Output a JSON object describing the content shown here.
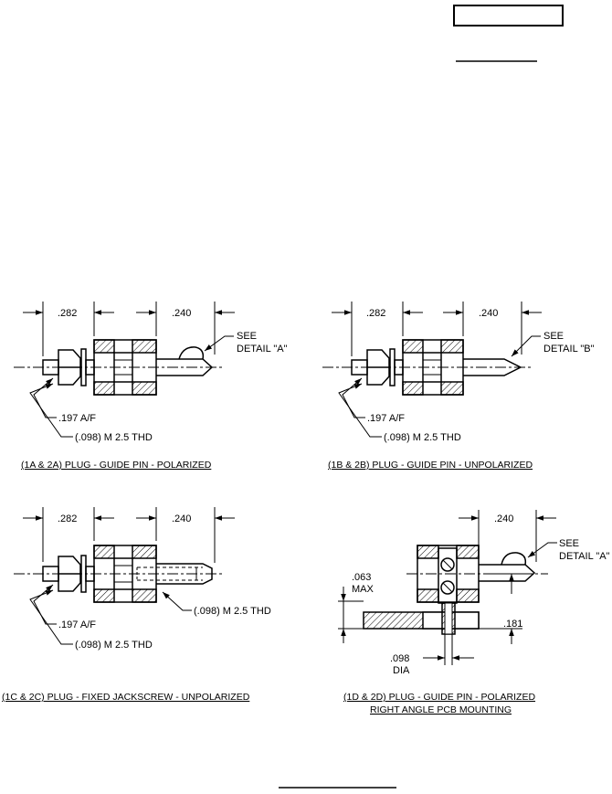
{
  "header": {
    "box_text": "",
    "underline_text": ""
  },
  "footer": {
    "underline_text": ""
  },
  "views": [
    {
      "id": "1a",
      "dims": {
        "left": ".282",
        "right": ".240",
        "af": ".197 A/F",
        "thd": "(.098) M 2.5 THD"
      },
      "see_detail": [
        "SEE",
        "DETAIL \"A\""
      ],
      "caption": "(1A & 2A) PLUG - GUIDE PIN - POLARIZED"
    },
    {
      "id": "1b",
      "dims": {
        "left": ".282",
        "right": ".240",
        "af": ".197 A/F",
        "thd": "(.098) M 2.5 THD"
      },
      "see_detail": [
        "SEE",
        "DETAIL \"B\""
      ],
      "caption": "(1B & 2B) PLUG - GUIDE PIN - UNPOLARIZED"
    },
    {
      "id": "1c",
      "dims": {
        "left": ".282",
        "right": ".240",
        "af": ".197 A/F",
        "thd": "(.098) M 2.5 THD",
        "thd2": "(.098) M 2.5 THD"
      },
      "caption": "(1C & 2C) PLUG - FIXED JACKSCREW - UNPOLARIZED"
    },
    {
      "id": "1d",
      "dims": {
        "right": ".240",
        "max_val": ".063",
        "max_word": "MAX",
        "h181": ".181",
        "dia_val": ".098",
        "dia_word": "DIA"
      },
      "see_detail": [
        "SEE",
        "DETAIL \"A\""
      ],
      "caption": "(1D & 2D) PLUG - GUIDE PIN - POLARIZED",
      "caption2": "RIGHT ANGLE PCB MOUNTING"
    }
  ]
}
